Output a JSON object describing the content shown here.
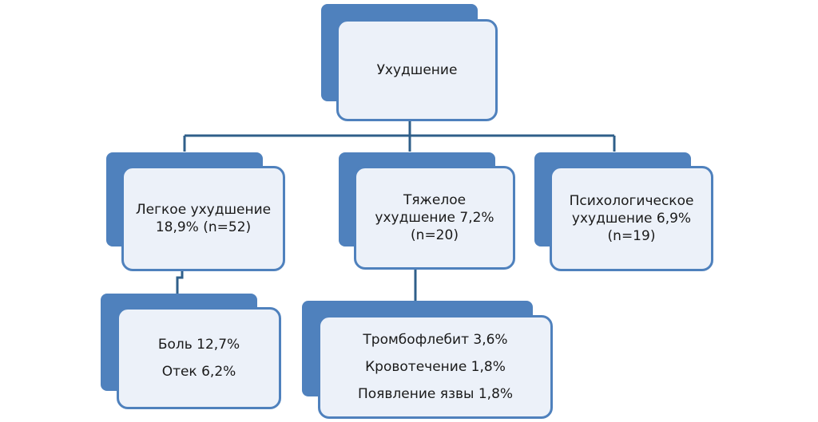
{
  "diagram": {
    "root": {
      "label": "Ухудшение"
    },
    "level1": [
      {
        "lines": [
          "Легкое ухудшение",
          "18,9% (n=52)"
        ]
      },
      {
        "lines": [
          "Тяжелое",
          "ухудшение 7,2%",
          "(n=20)"
        ]
      },
      {
        "lines": [
          "Психологическое",
          "ухудшение 6,9%",
          "(n=19)"
        ]
      }
    ],
    "level2": [
      {
        "lines": [
          "Боль 12,7%",
          "Отек 6,2%"
        ]
      },
      {
        "lines": [
          "Тромбофлебит 3,6%",
          "Кровотечение 1,8%",
          "Появление язвы 1,8%"
        ]
      }
    ],
    "colors": {
      "accent": "#4f81bd",
      "card_fill": "#ecf1f9",
      "connector": "#2f5f8a"
    }
  }
}
